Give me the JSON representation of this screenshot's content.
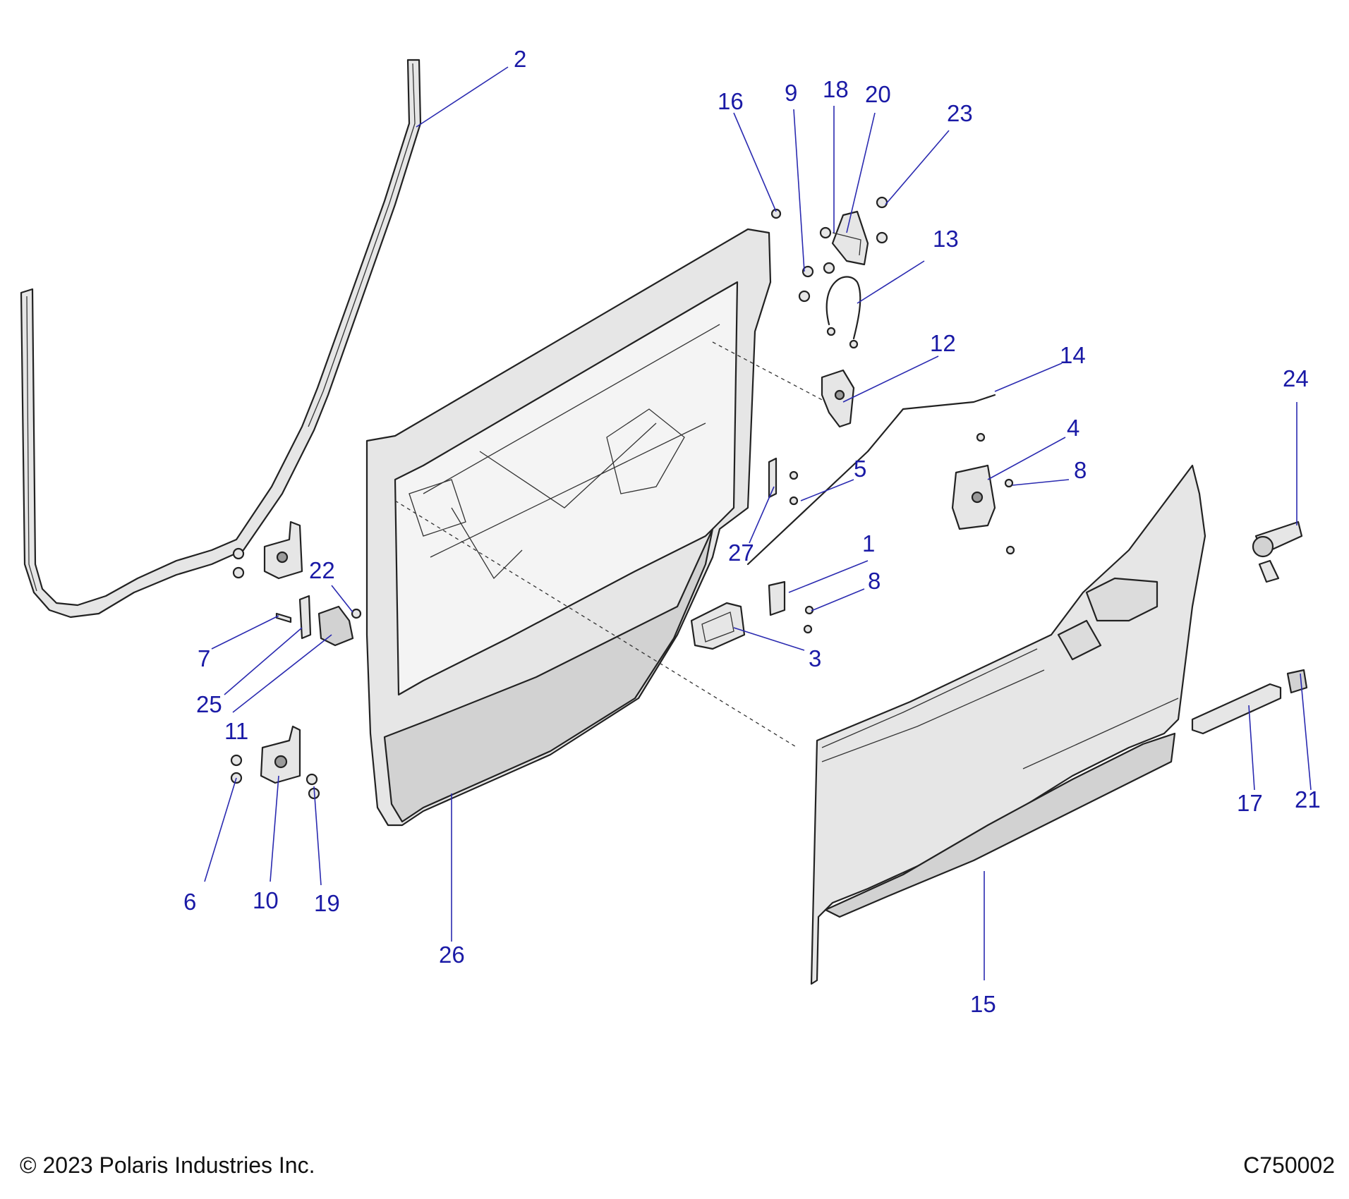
{
  "callouts": [
    {
      "id": "c1",
      "label": "1"
    },
    {
      "id": "c2",
      "label": "2"
    },
    {
      "id": "c3",
      "label": "3"
    },
    {
      "id": "c4",
      "label": "4"
    },
    {
      "id": "c5",
      "label": "5"
    },
    {
      "id": "c6",
      "label": "6"
    },
    {
      "id": "c7",
      "label": "7"
    },
    {
      "id": "c8a",
      "label": "8"
    },
    {
      "id": "c8b",
      "label": "8"
    },
    {
      "id": "c9",
      "label": "9"
    },
    {
      "id": "c10",
      "label": "10"
    },
    {
      "id": "c11",
      "label": "11"
    },
    {
      "id": "c12",
      "label": "12"
    },
    {
      "id": "c13",
      "label": "13"
    },
    {
      "id": "c14",
      "label": "14"
    },
    {
      "id": "c15",
      "label": "15"
    },
    {
      "id": "c16",
      "label": "16"
    },
    {
      "id": "c17",
      "label": "17"
    },
    {
      "id": "c18",
      "label": "18"
    },
    {
      "id": "c19",
      "label": "19"
    },
    {
      "id": "c20",
      "label": "20"
    },
    {
      "id": "c21",
      "label": "21"
    },
    {
      "id": "c22",
      "label": "22"
    },
    {
      "id": "c23",
      "label": "23"
    },
    {
      "id": "c24",
      "label": "24"
    },
    {
      "id": "c25",
      "label": "25"
    },
    {
      "id": "c26",
      "label": "26"
    },
    {
      "id": "c27",
      "label": "27"
    }
  ],
  "footer": {
    "copyright": "© 2023 Polaris Industries Inc.",
    "figure_code": "C750002"
  },
  "colors": {
    "callout": "#1a1aa6",
    "line": "#222222",
    "part_fill": "#e6e6e6"
  }
}
